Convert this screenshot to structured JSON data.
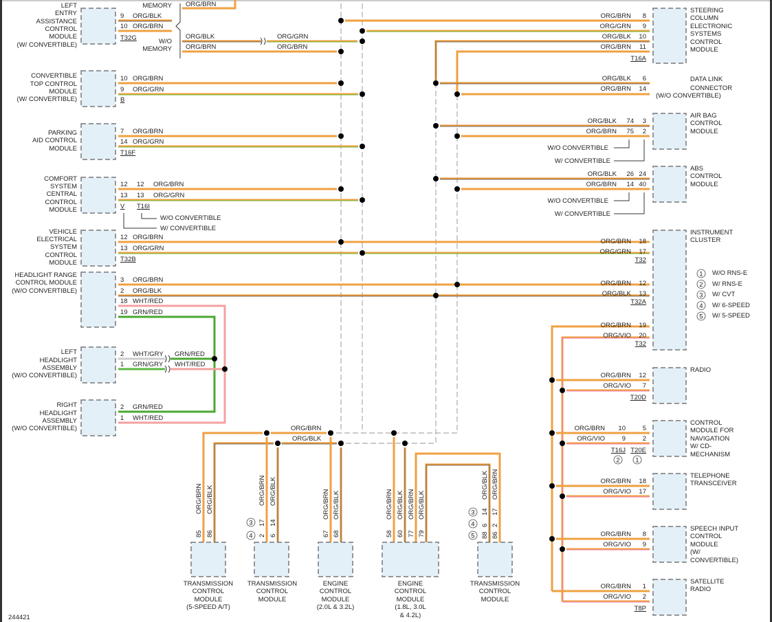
{
  "diagram_id": "244421",
  "colors": {
    "org_brn": "#f0a040",
    "org_blk": "#e8902a",
    "org_grn_main": "#f0a040",
    "org_grn_stripe": "#6bb83a",
    "org_vio": "#f0a040",
    "vio_stripe": "#f07ab0",
    "wht_red": "#f4a0a0",
    "grn_red": "#4aa830",
    "wht_gry": "#cccccc",
    "grn_gry": "#5cb840",
    "splice": "#000000",
    "shield": "#aaaaaa",
    "module_fill": "#e4f0f8",
    "module_border": "#777777"
  },
  "legend": [
    {
      "num": "1",
      "text": "W/O RNS-E"
    },
    {
      "num": "2",
      "text": "W/ RNS-E"
    },
    {
      "num": "3",
      "text": "W/ CVT"
    },
    {
      "num": "4",
      "text": "W/ 6-SPEED"
    },
    {
      "num": "5",
      "text": "W/ 5-SPEED"
    }
  ],
  "left_modules": [
    {
      "name": "LEFT\nENTRY\nASSISTANCE\nCONTROL\nMODULE\n(W/ CONVERTIBLE)",
      "connector": "T32G",
      "pins": [
        {
          "pin": "9",
          "wire": "ORG/BLK"
        },
        {
          "pin": "10",
          "wire": "ORG/BRN"
        }
      ]
    },
    {
      "name": "CONVERTIBLE\nTOP CONTROL\nMODULE\n(W/ CONVERTIBLE)",
      "connector": "B",
      "pins": [
        {
          "pin": "10",
          "wire": "ORG/BRN"
        },
        {
          "pin": "9",
          "wire": "ORG/GRN"
        }
      ]
    },
    {
      "name": "PARKING\nAID CONTROL\nMODULE",
      "connector": "T16F",
      "pins": [
        {
          "pin": "7",
          "wire": "ORG/BRN"
        },
        {
          "pin": "14",
          "wire": "ORG/GRN"
        }
      ]
    },
    {
      "name": "COMFORT\nSYSTEM\nCENTRAL\nCONTROL\nMODULE",
      "connector": "V",
      "connector2": "T16I",
      "pins": [
        {
          "pin": "12",
          "pin2": "12",
          "wire": "ORG/BRN"
        },
        {
          "pin": "13",
          "pin2": "13",
          "wire": "ORG/GRN"
        }
      ],
      "notes": [
        "W/O CONVERTIBLE",
        "W/ CONVERTIBLE"
      ]
    },
    {
      "name": "VEHICLE\nELECTRICAL\nSYSTEM\nCONTROL\nMODULE",
      "connector": "T32B",
      "pins": [
        {
          "pin": "12",
          "wire": "ORG/BRN"
        },
        {
          "pin": "13",
          "wire": "ORG/GRN"
        }
      ]
    },
    {
      "name": "HEADLIGHT RANGE\nCONTROL MODULE\n(W/O CONVERTIBLE)",
      "pins": [
        {
          "pin": "3",
          "wire": "ORG/BRN"
        },
        {
          "pin": "2",
          "wire": "ORG/BLK"
        },
        {
          "pin": "18",
          "wire": "WHT/RED"
        },
        {
          "pin": "19",
          "wire": "GRN/RED"
        }
      ]
    },
    {
      "name": "LEFT\nHEADLIGHT\nASSEMBLY\n(W/O CONVERTIBLE)",
      "pins": [
        {
          "pin": "2",
          "wire": "WHT/GRY",
          "wire2": "GRN/RED"
        },
        {
          "pin": "1",
          "wire": "GRN/GRY",
          "wire2": "WHT/RED"
        }
      ]
    },
    {
      "name": "RIGHT\nHEADLIGHT\nASSEMBLY\n(W/O CONVERTIBLE)",
      "pins": [
        {
          "pin": "2",
          "wire": "GRN/RED"
        },
        {
          "pin": "1",
          "wire": "WHT/RED"
        }
      ]
    }
  ],
  "memory": {
    "with_label": "MEMORY",
    "without_label": "W/O\nMEMORY",
    "wires_with": [
      "ORG/BRN"
    ],
    "wires_without": [
      "ORG/BLK",
      "ORG/BRN"
    ],
    "wires_without_right": [
      "ORG/GRN",
      "ORG/BRN"
    ]
  },
  "right_modules": [
    {
      "name": "STEERING\nCOLUMN\nELECTRONIC\nSYSTEMS\nCONTROL\nMODULE",
      "connector": "T16A",
      "pins": [
        {
          "pin": "8",
          "wire": "ORG/BRN"
        },
        {
          "pin": "9",
          "wire": "ORG/GRN"
        },
        {
          "pin": "10",
          "wire": "ORG/BLK"
        },
        {
          "pin": "11",
          "wire": "ORG/BRN"
        }
      ]
    },
    {
      "name": "DATA LINK\nCONNECTOR\n(W/O CONVERTIBLE)",
      "pins": [
        {
          "pin": "6",
          "wire": "ORG/BLK"
        },
        {
          "pin": "14",
          "wire": "ORG/BRN"
        }
      ]
    },
    {
      "name": "AIR BAG\nCONTROL\nMODULE",
      "pins": [
        {
          "pin": "3",
          "pin_alt": "74",
          "wire": "ORG/BLK"
        },
        {
          "pin": "2",
          "pin_alt": "75",
          "wire": "ORG/BRN"
        }
      ],
      "notes": [
        "W/O CONVERTIBLE",
        "W/ CONVERTIBLE"
      ]
    },
    {
      "name": "ABS\nCONTROL\nMODULE",
      "pins": [
        {
          "pin": "24",
          "pin_alt": "26",
          "wire": "ORG/BLK"
        },
        {
          "pin": "40",
          "pin_alt": "14",
          "wire": "ORG/BRN"
        }
      ],
      "notes": [
        "W/O CONVERTIBLE",
        "W/ CONVERTIBLE"
      ]
    },
    {
      "name": "INSTRUMENT\nCLUSTER",
      "connectors": [
        "T32",
        "T32A",
        "T32"
      ],
      "pins": [
        {
          "pin": "18",
          "wire": "ORG/BRN"
        },
        {
          "pin": "17",
          "wire": "ORG/GRN"
        },
        {
          "pin": "12",
          "wire": "ORG/BRN"
        },
        {
          "pin": "13",
          "wire": "ORG/BLK"
        },
        {
          "pin": "19",
          "wire": "ORG/BRN"
        },
        {
          "pin": "20",
          "wire": "ORG/VIO"
        }
      ]
    },
    {
      "name": "RADIO",
      "connector": "T20D",
      "pins": [
        {
          "pin": "12",
          "wire": "ORG/BRN"
        },
        {
          "pin": "7",
          "wire": "ORG/VIO"
        }
      ]
    },
    {
      "name": "CONTROL\nMODULE FOR\nNAVIGATION\nW/ CD-\nMECHANISM",
      "connector": "T20E",
      "connector_alt": "T16J",
      "connector_note": "1",
      "connector_alt_note": "2",
      "pins": [
        {
          "pin": "5",
          "pin_alt": "10",
          "wire": "ORG/BRN"
        },
        {
          "pin": "2",
          "pin_alt": "9",
          "wire": "ORG/VIO"
        }
      ]
    },
    {
      "name": "TELEPHONE\nTRANSCEIVER",
      "pins": [
        {
          "pin": "18",
          "wire": "ORG/BRN"
        },
        {
          "pin": "17",
          "wire": "ORG/VIO"
        }
      ]
    },
    {
      "name": "SPEECH INPUT\nCONTROL\nMODULE\n(W/\nCONVERTIBLE)",
      "pins": [
        {
          "pin": "8",
          "wire": "ORG/BRN"
        },
        {
          "pin": "9",
          "wire": "ORG/VIO"
        }
      ]
    },
    {
      "name": "SATELLITE\nRADIO",
      "connector": "T8P",
      "pins": [
        {
          "pin": "1",
          "wire": "ORG/BRN"
        },
        {
          "pin": "2",
          "wire": "ORG/VIO"
        }
      ]
    }
  ],
  "bottom_bus": {
    "wires": [
      "ORG/BRN",
      "ORG/BLK"
    ]
  },
  "bottom_modules": [
    {
      "name": "TRANSMISSION\nCONTROL\nMODULE\n(5-SPEED A/T)",
      "pins": [
        {
          "pin": "85",
          "wire": "ORG/BRN"
        },
        {
          "pin": "86",
          "wire": "ORG/BLK"
        }
      ]
    },
    {
      "name": "TRANSMISSION\nCONTROL\nMODULE",
      "pin_rows": [
        {
          "note": "3",
          "pins": [
            "17",
            "14"
          ]
        },
        {
          "note": "4",
          "pins": [
            "2",
            "6"
          ]
        }
      ],
      "wires": [
        "ORG/BRN",
        "ORG/BLK"
      ]
    },
    {
      "name": "ENGINE\nCONTROL\nMODULE\n(2.0L & 3.2L)",
      "pins": [
        {
          "pin": "67",
          "wire": "ORG/BRN"
        },
        {
          "pin": "68",
          "wire": "ORG/BLK"
        }
      ]
    },
    {
      "name": "ENGINE\nCONTROL\nMODULE\n(1.8L, 3.0L\n& 4.2L)",
      "pins": [
        {
          "pin": "58",
          "wire": "ORG/BRN"
        },
        {
          "pin": "60",
          "wire": "ORG/BLK"
        },
        {
          "pin": "77",
          "wire": "ORG/BRN"
        },
        {
          "pin": "79",
          "wire": "ORG/BLK"
        }
      ]
    },
    {
      "name": "TRANSMISSION\nCONTROL\nMODULE",
      "pin_rows": [
        {
          "note": "3",
          "pins": [
            "14",
            "17"
          ]
        },
        {
          "note": "4",
          "pins": [
            "6",
            "2"
          ]
        },
        {
          "note": "5",
          "pins": [
            "88",
            "86"
          ]
        }
      ],
      "wires": [
        "ORG/BLK",
        "ORG/BRN"
      ]
    }
  ]
}
